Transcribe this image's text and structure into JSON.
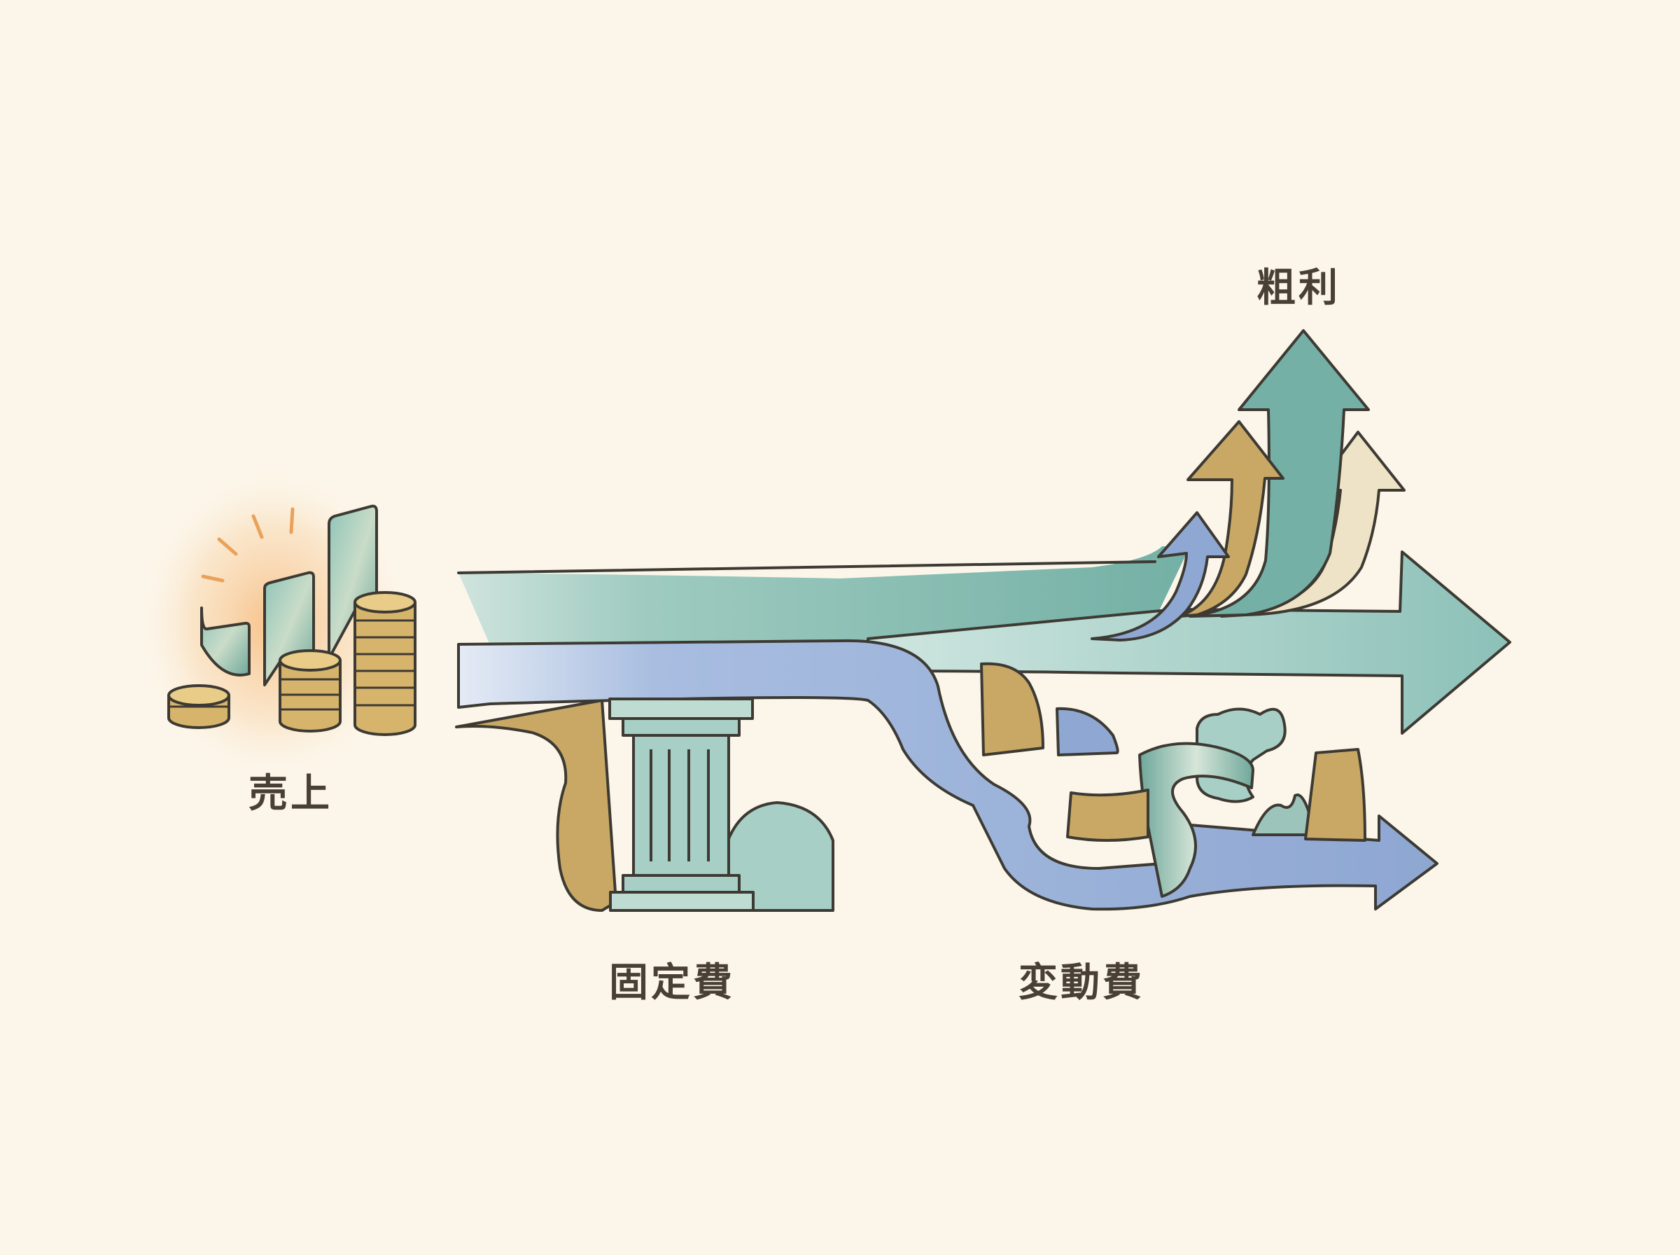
{
  "labels": {
    "sales": "売上",
    "fixed_cost": "固定費",
    "variable_cost": "変動費",
    "gross_profit": "粗利"
  },
  "icons": {
    "sales": "coins-and-bar-chart-icon",
    "fixed_cost": "pillar-icon",
    "variable_cost": "winding-path-icon",
    "gross_profit": "upward-arrows-icon"
  },
  "colors": {
    "background": "#fcf6ea",
    "teal": "#7fb8ad",
    "blue": "#93acd6",
    "gold": "#c9a865",
    "cream": "#eee3c6",
    "ink": "#4a3f35"
  }
}
